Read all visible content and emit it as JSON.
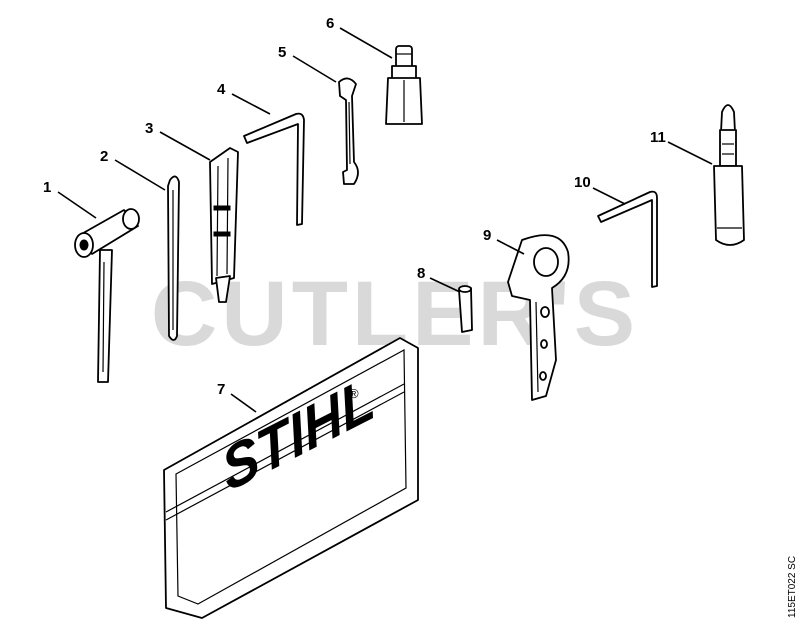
{
  "watermark": "CUTLER'S",
  "drawing_code": "115ET022 SC",
  "pouch_brand": "STIHL",
  "pouch_mark": "®",
  "callouts": [
    {
      "id": "1"
    },
    {
      "id": "2"
    },
    {
      "id": "3"
    },
    {
      "id": "4"
    },
    {
      "id": "5"
    },
    {
      "id": "6"
    },
    {
      "id": "7"
    },
    {
      "id": "8"
    },
    {
      "id": "9"
    },
    {
      "id": "10"
    },
    {
      "id": "11"
    }
  ]
}
